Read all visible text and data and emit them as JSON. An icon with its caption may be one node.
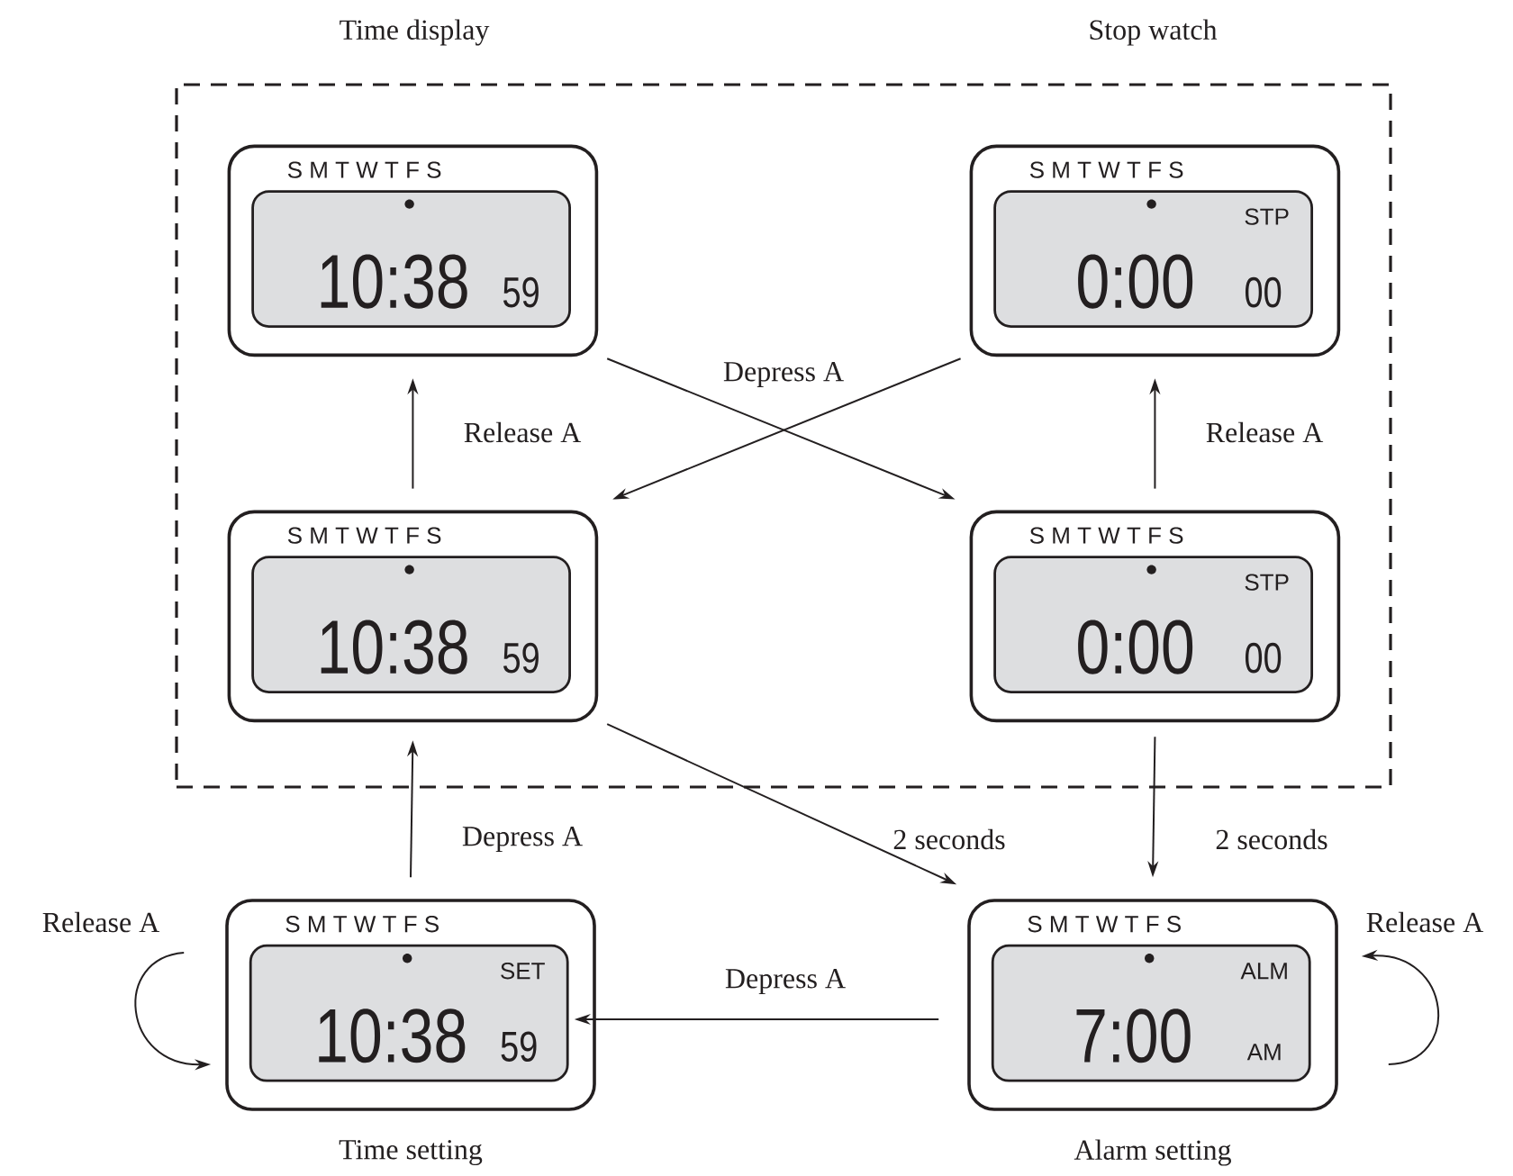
{
  "diagram": {
    "nodes": [
      {
        "text": [],
        "shape": "box"
      },
      {
        "text": [
          "S M T W T F S",
          "10:38",
          "59"
        ],
        "beside": [
          "Time display"
        ],
        "in": 0
      },
      {
        "text": [
          "S M T W T F S",
          "STP",
          "0:00",
          "00"
        ],
        "beside": [
          "Stop watch"
        ],
        "in": 0
      },
      {
        "text": [
          "S M T W T F S",
          "10:38",
          "59"
        ],
        "in": 0
      },
      {
        "text": [
          "S M T W T F S",
          "STP",
          "0:00",
          "00"
        ],
        "in": 0
      },
      {
        "text": [
          "S M T W T F S",
          "SET",
          "10:38",
          "59"
        ],
        "beside": [
          "Time setting"
        ]
      },
      {
        "text": [
          "S M T W T F S",
          "ALM",
          "7:00",
          "AM"
        ],
        "beside": [
          "Alarm setting"
        ]
      }
    ],
    "edges": [
      {
        "from": 3,
        "to": 1,
        "arrow": "to",
        "label": "Release A"
      },
      {
        "from": 4,
        "to": 2,
        "arrow": "to",
        "label": "Release A"
      },
      {
        "from": 1,
        "to": 4,
        "arrow": "to",
        "label": "Depress A"
      },
      {
        "from": 2,
        "to": 3,
        "arrow": "to"
      },
      {
        "from": 3,
        "to": 6,
        "arrow": "to",
        "label": "2 seconds"
      },
      {
        "from": 4,
        "to": 6,
        "arrow": "to",
        "label": "2 seconds"
      },
      {
        "from": 5,
        "to": 3,
        "arrow": "to",
        "label": "Depress A"
      },
      {
        "from": 6,
        "to": 5,
        "arrow": "to",
        "label": "Depress A"
      },
      {
        "from": 5,
        "to": 5,
        "arrow": "to",
        "label": "Release A"
      },
      {
        "from": 6,
        "to": 6,
        "arrow": "to",
        "label": "Release A"
      }
    ]
  }
}
